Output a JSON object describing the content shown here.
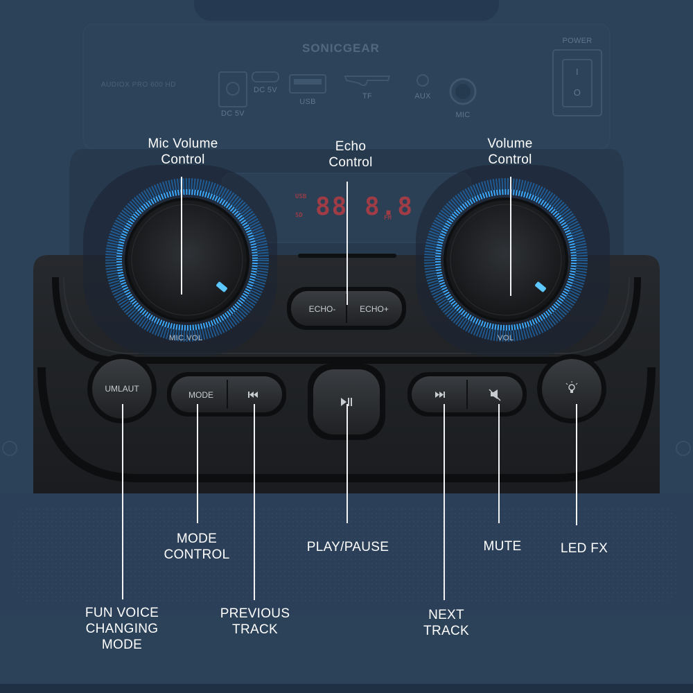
{
  "device": {
    "brand": "SONICGEAR",
    "model": "AUDIOX PRO 600 HD",
    "ports": {
      "dc_in": "DC 5V",
      "dc_out": "DC 5V",
      "usb": "USB",
      "tf": "TF",
      "aux": "AUX",
      "mic": "MIC",
      "power": "POWER"
    },
    "power_switch": {
      "on": "I",
      "off": "O"
    },
    "display": {
      "digits": "88 8.8",
      "usb_indicator": "USB",
      "sd_indicator": "SD",
      "fm_indicator": "FM"
    },
    "knobs": {
      "mic_vol": "MIC.VOL",
      "vol": "VOL"
    },
    "buttons": {
      "echo_minus": "ECHO-",
      "echo_plus": "ECHO+",
      "umlaut": "UMLAUT",
      "mode": "MODE"
    }
  },
  "callouts": {
    "mic_volume": [
      "Mic Volume",
      "Control"
    ],
    "echo": [
      "Echo",
      "Control"
    ],
    "volume": [
      "Volume",
      "Control"
    ],
    "mode": [
      "MODE",
      "CONTROL"
    ],
    "play_pause": [
      "PLAY/PAUSE"
    ],
    "mute": [
      "MUTE"
    ],
    "led_fx": [
      "LED FX"
    ],
    "fun_voice": [
      "FUN VOICE",
      "CHANGING",
      "MODE"
    ],
    "previous": [
      "PREVIOUS",
      "TRACK"
    ],
    "next": [
      "NEXT",
      "TRACK"
    ]
  },
  "colors": {
    "background": "#2c4259",
    "panel": "#1b1d20",
    "ring": "#39a8ff",
    "callout_text": "#ffffff",
    "display_digits": "#ff3b3b"
  },
  "icons": {
    "previous": "skip-previous-icon",
    "play_pause": "play-pause-icon",
    "next": "skip-next-icon",
    "mute": "mute-icon",
    "led": "bulb-icon"
  }
}
